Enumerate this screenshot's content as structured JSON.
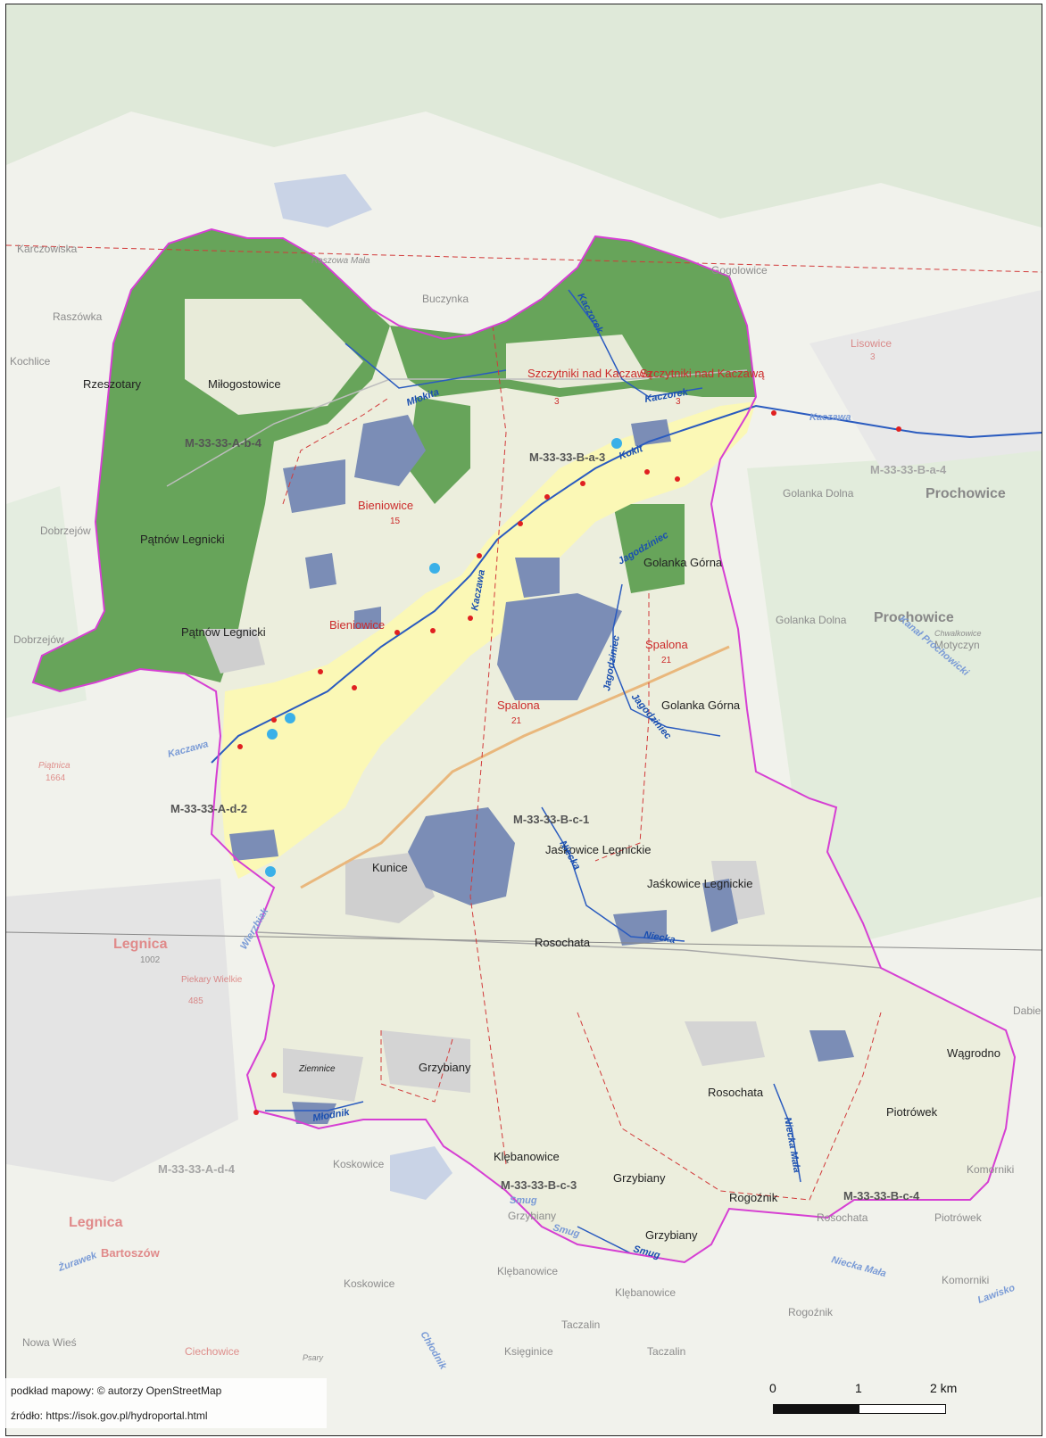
{
  "map": {
    "colors": {
      "forest": "#67a45a",
      "forest_faded": "#dce9d6",
      "farmland": "#eceedd",
      "farmland_faded": "#f2f3ec",
      "flood_zone": "#fbf8b6",
      "water": "#7b8db6",
      "water_faded": "#c9d3e6",
      "boundary": "#d63fd3",
      "sheet_line": "#d23a3a",
      "river": "#2a5bbf",
      "urban": "#c9c9c9"
    },
    "places": [
      "Karczowiska",
      "Raszowa Mała",
      "Raszówka",
      "Buczynka",
      "Gogolowice",
      "Kochlice",
      "Rzeszotary",
      "Miłogostowice",
      "Lisowice",
      "Dobrzejów",
      "Golanka Dolna",
      "Prochowice",
      "Pątnów Legnicki",
      "Golanka Górna",
      "Golanka Dolna",
      "Prochowice",
      "Chwalkowice",
      "Motyczyn",
      "Pątnów Legnicki",
      "Dobrzejów",
      "Golanka Górna",
      "Piątnica",
      "1664",
      "Kunice",
      "Jaśkowice Legnickie",
      "Jaśkowice Legnickie",
      "Rosochata",
      "Legnica",
      "1002",
      "Piekary Wielkie",
      "485",
      "Ziemnice",
      "Grzybiany",
      "Wągrodno",
      "Rosochata",
      "Piotrówek",
      "Dabie",
      "Koskowice",
      "Klębanowice",
      "Grzybiany",
      "Komorniki",
      "Rogoźnik",
      "Rosochata",
      "Piotrówek",
      "Grzybiany",
      "Grzybiany",
      "Legnica",
      "Bartoszów",
      "Klębanowice",
      "Koskowice",
      "Klębanowice",
      "Komorniki",
      "Rogoźnik",
      "Taczalin",
      "Nowa Wieś",
      "Psary",
      "Księginice",
      "Taczalin",
      "Ciechowice"
    ],
    "red_labels": [
      "Szczytniki nad Kaczawą",
      "3",
      "Szczytniki nad Kaczawą",
      "3",
      "Bieniowice",
      "15",
      "Spalona",
      "21",
      "Spalona",
      "21",
      "Bieniowice",
      "3"
    ],
    "sheets": [
      "M-33-33-A-b-4",
      "M-33-33-B-a-3",
      "M-33-33-B-a-4",
      "M-33-33-A-d-2",
      "M-33-33-B-c-1",
      "M-33-33-B-c-3",
      "M-33-33-B-c-4",
      "M-33-33-A-d-4"
    ],
    "rivers": [
      "Kaczorek",
      "Kaczorek",
      "Młokita",
      "Kaczawa",
      "Kaczawa",
      "Jagodziniec",
      "Jagodziniec",
      "Jagodziniec",
      "Kaczawa",
      "Niecka",
      "Niecka",
      "Wierzbiak",
      "Młodnik",
      "Smug",
      "Smug",
      "Smug",
      "Niecka Mała",
      "Niecka Mała",
      "Lawisko",
      "Żurawek",
      "Chłodnik",
      "Kanał Prochowicki",
      "Kokit"
    ]
  },
  "credits": {
    "basemap": "podkład mapowy: © autorzy OpenStreetMap",
    "source": "źródło: https://isok.gov.pl/hydroportal.html"
  },
  "scale": {
    "labels": [
      "0",
      "1",
      "2 km"
    ]
  }
}
